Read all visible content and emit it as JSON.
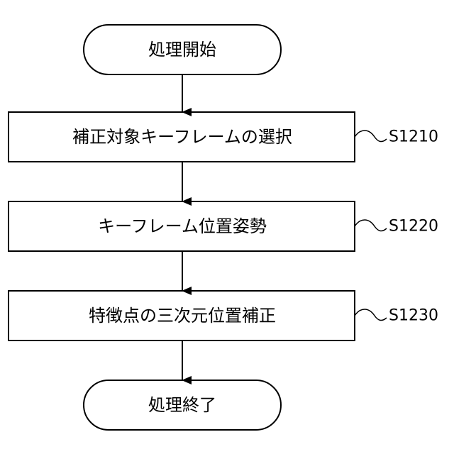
{
  "flowchart": {
    "start": "処理開始",
    "end": "処理終了",
    "steps": [
      {
        "text": "補正対象キーフレームの選択",
        "label": "S1210"
      },
      {
        "text": "キーフレーム位置姿勢",
        "label": "S1220"
      },
      {
        "text": "特徴点の三次元位置補正",
        "label": "S1230"
      }
    ]
  },
  "colors": {
    "stroke": "#000000",
    "background": "#ffffff"
  }
}
